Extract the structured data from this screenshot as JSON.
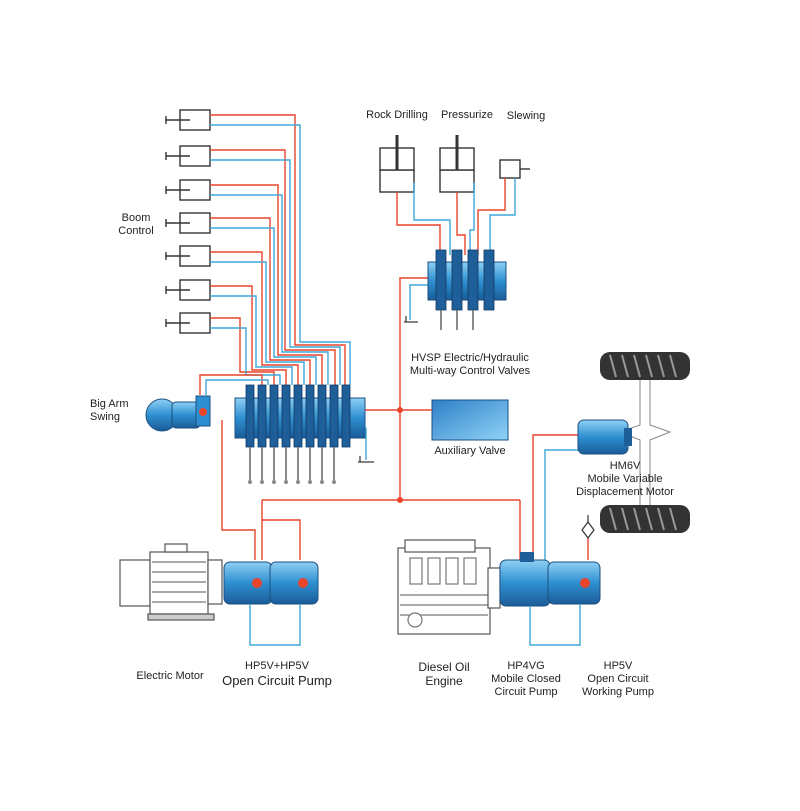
{
  "labels": {
    "rock_drilling": "Rock Drilling",
    "pressurize": "Pressurize",
    "slewing": "Slewing",
    "boom_control": [
      "Boom",
      "Control"
    ],
    "big_arm_swing": [
      "Big Arm",
      "Swing"
    ],
    "hvsp": [
      "HVSP Electric/Hydraulic",
      "Multi-way Control Valves"
    ],
    "auxiliary_valve": "Auxiliary Valve",
    "hm6v": [
      "HM6V",
      "Mobile Variable",
      "Displacement Motor"
    ],
    "electric_motor": "Electric Motor",
    "hp5v_hp5v": [
      "HP5V+HP5V",
      "Open Circuit Pump"
    ],
    "diesel_engine": [
      "Diesel Oil",
      "Engine"
    ],
    "hp4vg": [
      "HP4VG",
      "Mobile Closed",
      "Circuit Pump"
    ],
    "hp5v": [
      "HP5V",
      "Open Circuit",
      "Working Pump"
    ]
  },
  "colors": {
    "pressure_line": "#e8442b",
    "return_line": "#3ea7d9",
    "component_blue": "#2e8fd0",
    "component_dark": "#1f5f99",
    "machine_gray": "#555555"
  }
}
